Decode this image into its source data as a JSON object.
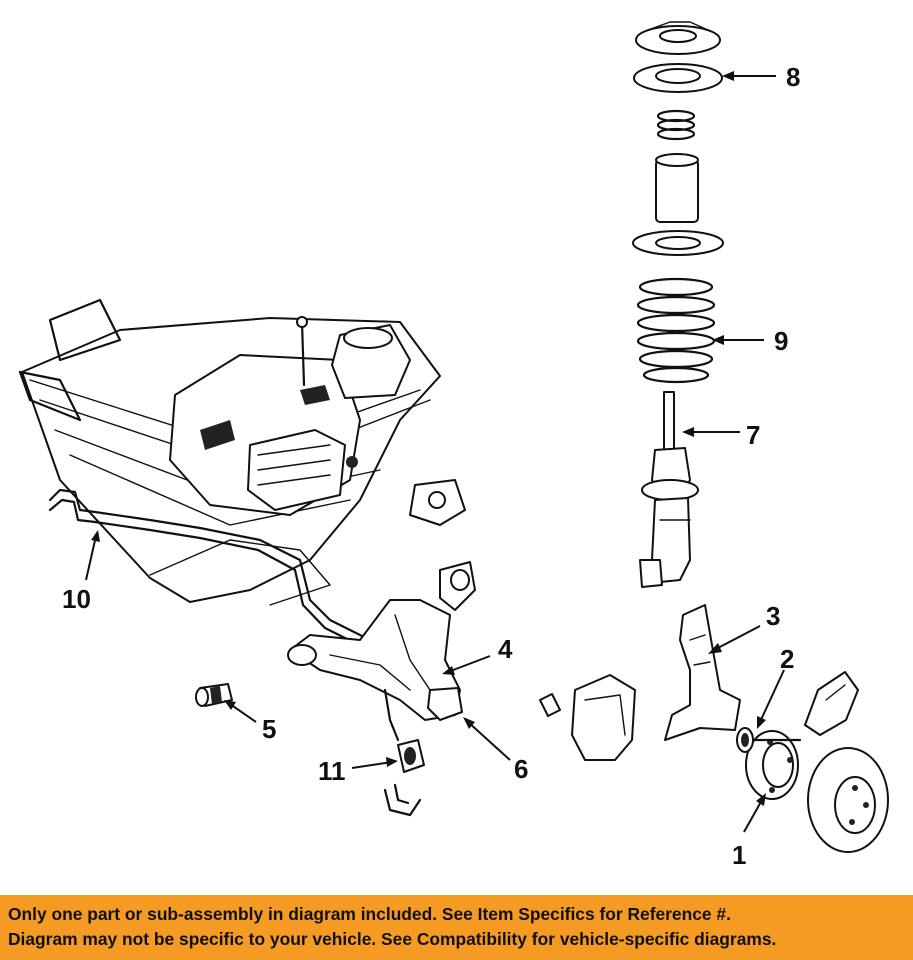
{
  "callouts": {
    "c1": "1",
    "c2": "2",
    "c3": "3",
    "c4": "4",
    "c5": "5",
    "c6": "6",
    "c7": "7",
    "c8": "8",
    "c9": "9",
    "c10": "10",
    "c11": "11"
  },
  "banner": {
    "line1": "Only one part or sub-assembly in diagram included. See Item Specifics for Reference #.",
    "line2": "Diagram may not be specific to your vehicle. See Compatibility for vehicle-specific diagrams."
  },
  "colors": {
    "banner_background": "#f59a23",
    "line_art": "#111111",
    "background": "#ffffff"
  }
}
